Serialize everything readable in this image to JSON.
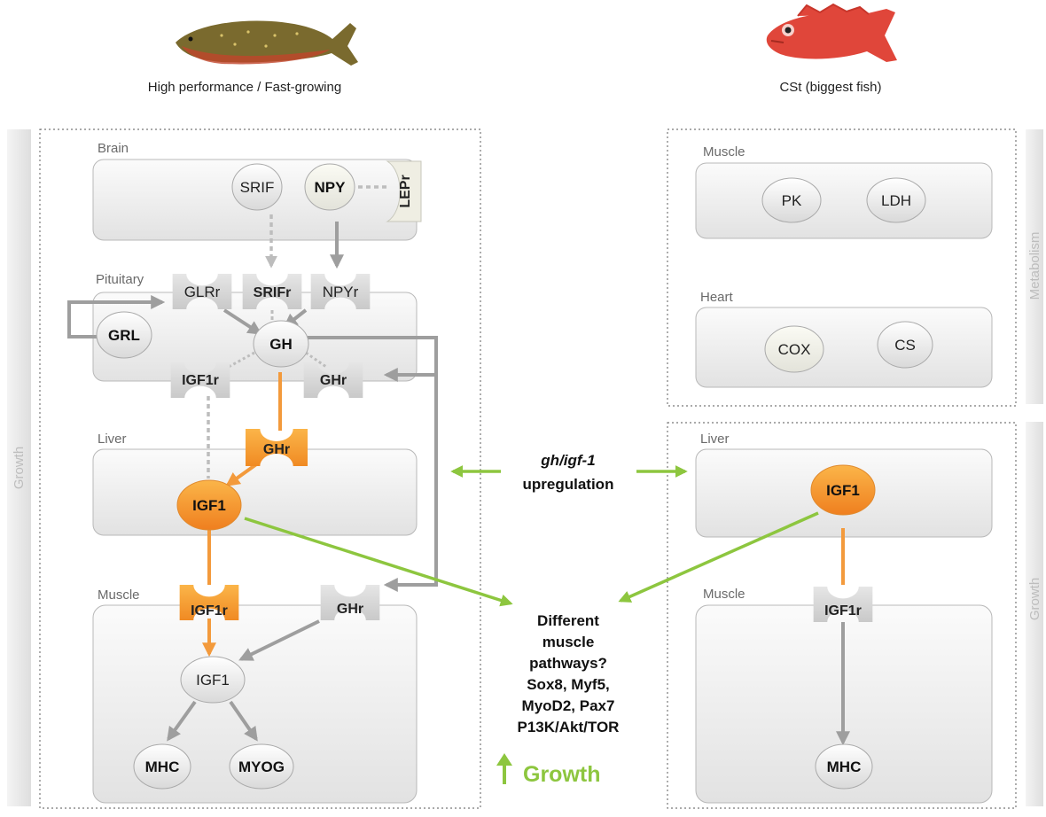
{
  "top": {
    "left_caption": "High performance / Fast-growing",
    "right_caption": "CSt (biggest fish)"
  },
  "side_labels": {
    "left": "Growth",
    "right_top": "Metabolism",
    "right_bottom": "Growth"
  },
  "left_panel": {
    "brain": {
      "label": "Brain",
      "srif": "SRIF",
      "npy": "NPY",
      "lepr": "LEPr"
    },
    "pituitary": {
      "label": "Pituitary",
      "glrr": "GLRr",
      "srifr": "SRIFr",
      "npyr": "NPYr",
      "grl": "GRL",
      "gh": "GH",
      "igf1r": "IGF1r",
      "ghr": "GHr"
    },
    "liver": {
      "label": "Liver",
      "ghr": "GHr",
      "igf1": "IGF1"
    },
    "muscle": {
      "label": "Muscle",
      "igf1r": "IGF1r",
      "ghr": "GHr",
      "igf1": "IGF1",
      "mhc": "MHC",
      "myog": "MYOG"
    }
  },
  "right_panel": {
    "muscle_metab": {
      "label": "Muscle",
      "pk": "PK",
      "ldh": "LDH"
    },
    "heart": {
      "label": "Heart",
      "cox": "COX",
      "cs": "CS"
    },
    "liver": {
      "label": "Liver",
      "igf1": "IGF1"
    },
    "muscle": {
      "label": "Muscle",
      "igf1r": "IGF1r",
      "mhc": "MHC"
    }
  },
  "center": {
    "gene_line": "gh/igf-1",
    "upreg_line": "upregulation",
    "pathways": [
      "Different",
      "muscle",
      "pathways?",
      "Sox8, Myf5,",
      "MyoD2, Pax7",
      "P13K/Akt/TOR"
    ],
    "growth": "Growth"
  },
  "colors": {
    "orange": "#f39a3c",
    "green": "#8dc63f",
    "arrow_gray": "#9e9e9e"
  }
}
